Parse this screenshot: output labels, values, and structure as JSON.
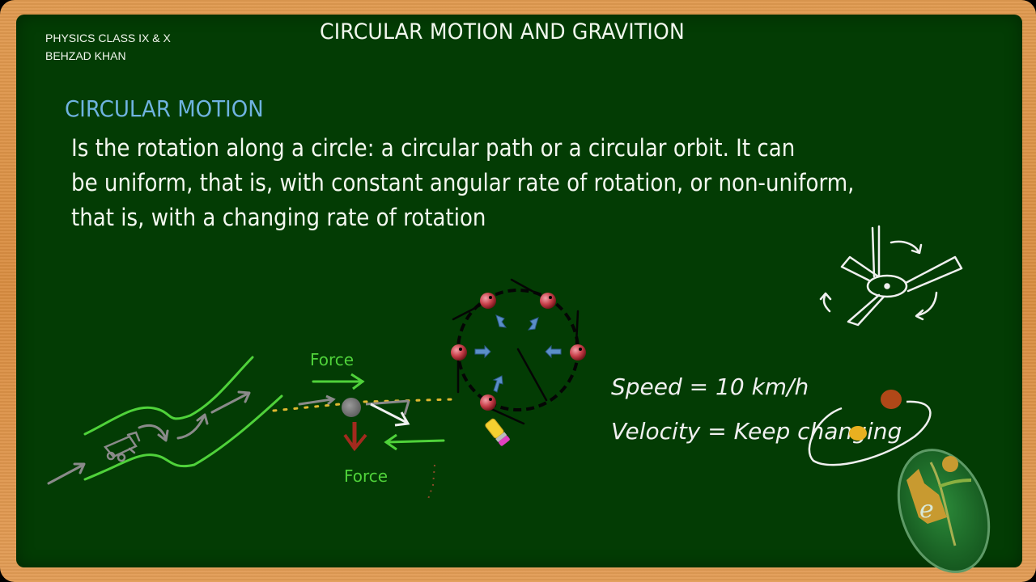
{
  "header": {
    "course_line1": "PHYSICS CLASS IX & X",
    "course_line2": "BEHZAD KHAN",
    "title": "CIRCULAR MOTION AND GRAVITION"
  },
  "section": {
    "title": "CIRCULAR MOTION",
    "definition_lines": [
      "Is the rotation along a circle: a circular path or a circular orbit. It can",
      "be uniform, that is, with constant angular rate of rotation, or non-uniform,",
      "that is, with a changing rate of rotation"
    ]
  },
  "annotations": {
    "force_top": "Force",
    "force_bottom": "Force",
    "speed": "Speed = 10 km/h",
    "velocity": "Velocity = Keep changing"
  },
  "icons": {
    "car": "car-icon",
    "fan": "ceiling-fan-icon",
    "eraser": "pencil-eraser-icon",
    "logo": "e-learning-logo-icon"
  },
  "colors": {
    "board": "#033c04",
    "frame": "#dc9448",
    "title_text": "#f2f7ee",
    "section_title": "#6fb3e0",
    "chalk_green": "#4fd23a",
    "chalk_gray": "#8a8a8a",
    "chalk_white": "#f0f0f0",
    "force_red": "#a32a1e",
    "dot_yellow": "#e0b830",
    "ball_red": "#c8404a",
    "arrow_blue": "#5a8fc8"
  }
}
